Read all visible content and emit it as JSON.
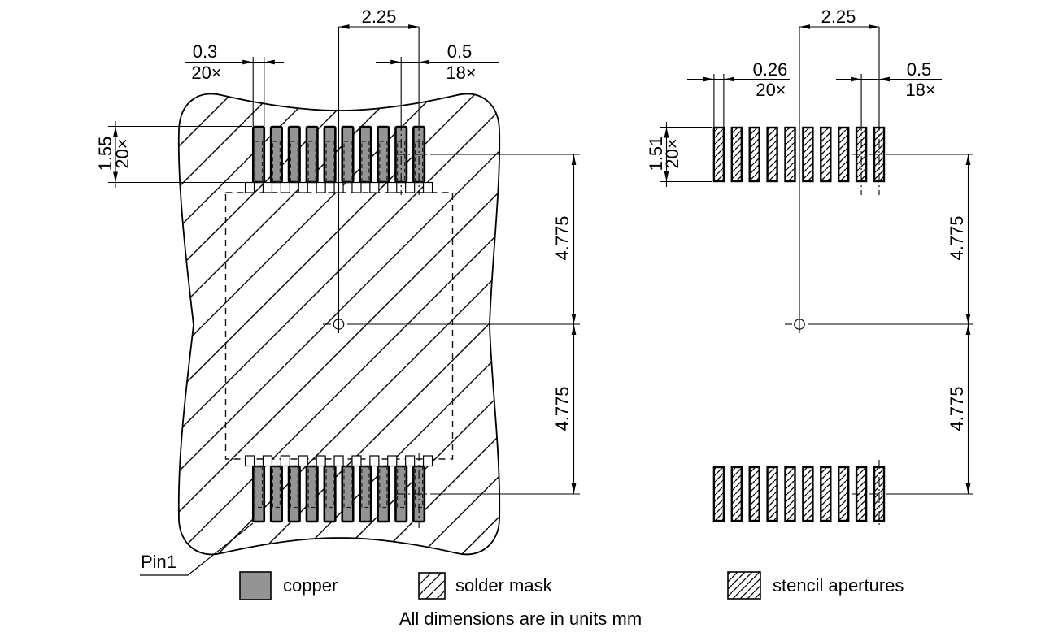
{
  "left_view": {
    "span": "2.25",
    "pad_width": "0.3",
    "pad_width_count": "20×",
    "pitch": "0.5",
    "pitch_count": "18×",
    "pad_height": "1.55",
    "pad_height_count": "20×",
    "offset_top": "4.775",
    "offset_bottom": "4.775",
    "pin1_label": "Pin1"
  },
  "right_view": {
    "span": "2.25",
    "aperture_width": "0.26",
    "aperture_width_count": "20×",
    "pitch": "0.5",
    "pitch_count": "18×",
    "aperture_height": "1.51",
    "aperture_height_count": "20×",
    "offset_top": "4.775",
    "offset_bottom": "4.775"
  },
  "legend": {
    "copper": "copper",
    "solder_mask": "solder mask",
    "stencil": "stencil apertures"
  },
  "note": "All dimensions are in units mm",
  "colors": {
    "copper_fill": "#949494",
    "line": "#000000"
  }
}
